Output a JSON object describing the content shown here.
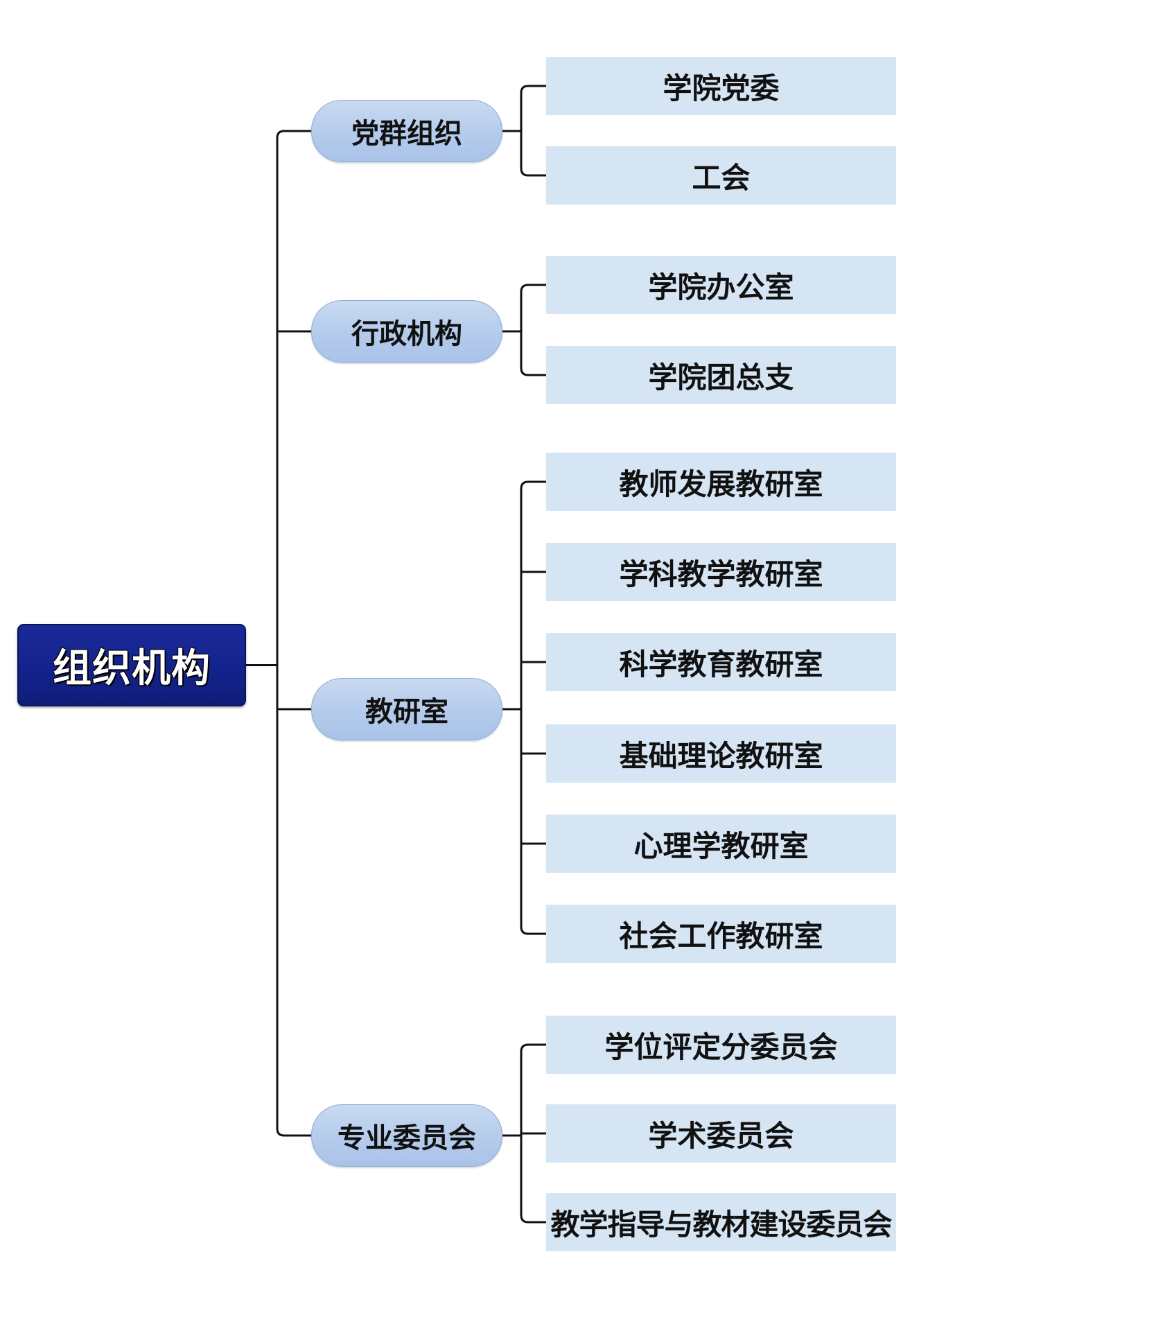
{
  "root": {
    "label": "组织机构"
  },
  "groups": [
    {
      "label": "党群组织",
      "children": [
        "学院党委",
        "工会"
      ]
    },
    {
      "label": "行政机构",
      "children": [
        "学院办公室",
        "学院团总支"
      ]
    },
    {
      "label": "教研室",
      "children": [
        "教师发展教研室",
        "学科教学教研室",
        "科学教育教研室",
        "基础理论教研室",
        "心理学教研室",
        "社会工作教研室"
      ]
    },
    {
      "label": "专业委员会",
      "children": [
        "学位评定分委员会",
        "学术委员会",
        "教学指导与教材建设委员会"
      ]
    }
  ],
  "colors": {
    "root_fill": "#13228a",
    "group_fill": "#b4cbec",
    "leaf_fill": "#d6e5f3",
    "connector": "#111111"
  }
}
